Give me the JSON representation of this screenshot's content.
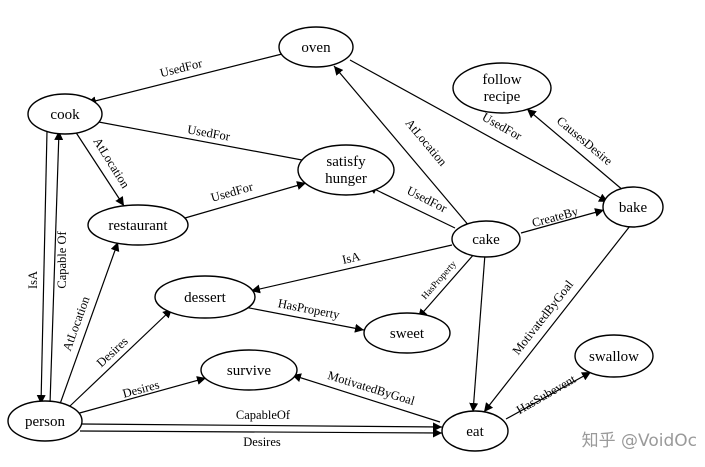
{
  "nodes": {
    "oven": "oven",
    "cook": "cook",
    "follow_recipe": [
      "follow",
      "recipe"
    ],
    "satisfy_hunger": [
      "satisfy",
      "hunger"
    ],
    "restaurant": "restaurant",
    "bake": "bake",
    "cake": "cake",
    "dessert": "dessert",
    "sweet": "sweet",
    "swallow": "swallow",
    "survive": "survive",
    "person": "person",
    "eat": "eat"
  },
  "edges": [
    {
      "from": "oven",
      "to": "cook",
      "label": "UsedFor"
    },
    {
      "from": "oven",
      "to": "bake",
      "label": "UsedFor"
    },
    {
      "from": "cake",
      "to": "oven",
      "label": "AtLocation"
    },
    {
      "from": "bake",
      "to": "follow_recipe",
      "label": "CausesDesire"
    },
    {
      "from": "cook",
      "to": "satisfy_hunger",
      "label": "UsedFor"
    },
    {
      "from": "cook",
      "to": "restaurant",
      "label": "AtLocation"
    },
    {
      "from": "restaurant",
      "to": "satisfy_hunger",
      "label": "UsedFor"
    },
    {
      "from": "cake",
      "to": "satisfy_hunger",
      "label": "UsedFor"
    },
    {
      "from": "cake",
      "to": "bake",
      "label": "CreateBy"
    },
    {
      "from": "cake",
      "to": "dessert",
      "label": "IsA"
    },
    {
      "from": "cake",
      "to": "sweet",
      "label": "HasProperty"
    },
    {
      "from": "cake",
      "to": "eat",
      "label": ""
    },
    {
      "from": "dessert",
      "to": "sweet",
      "label": "HasProperty"
    },
    {
      "from": "bake",
      "to": "eat",
      "label": "MotivatedByGoal"
    },
    {
      "from": "eat",
      "to": "swallow",
      "label": "HasSubevent"
    },
    {
      "from": "eat",
      "to": "survive",
      "label": "MotivatedByGoal"
    },
    {
      "from": "cook",
      "to": "person",
      "label": "IsA"
    },
    {
      "from": "person",
      "to": "cook",
      "label": "Capable Of"
    },
    {
      "from": "person",
      "to": "restaurant",
      "label": "AtLocation"
    },
    {
      "from": "person",
      "to": "dessert",
      "label": "Desires"
    },
    {
      "from": "person",
      "to": "survive",
      "label": "Desires"
    },
    {
      "from": "person",
      "to": "eat",
      "label": "CapableOf"
    },
    {
      "from": "person",
      "to": "eat",
      "label": "Desires"
    }
  ],
  "watermark": "知乎 @VoidOc"
}
